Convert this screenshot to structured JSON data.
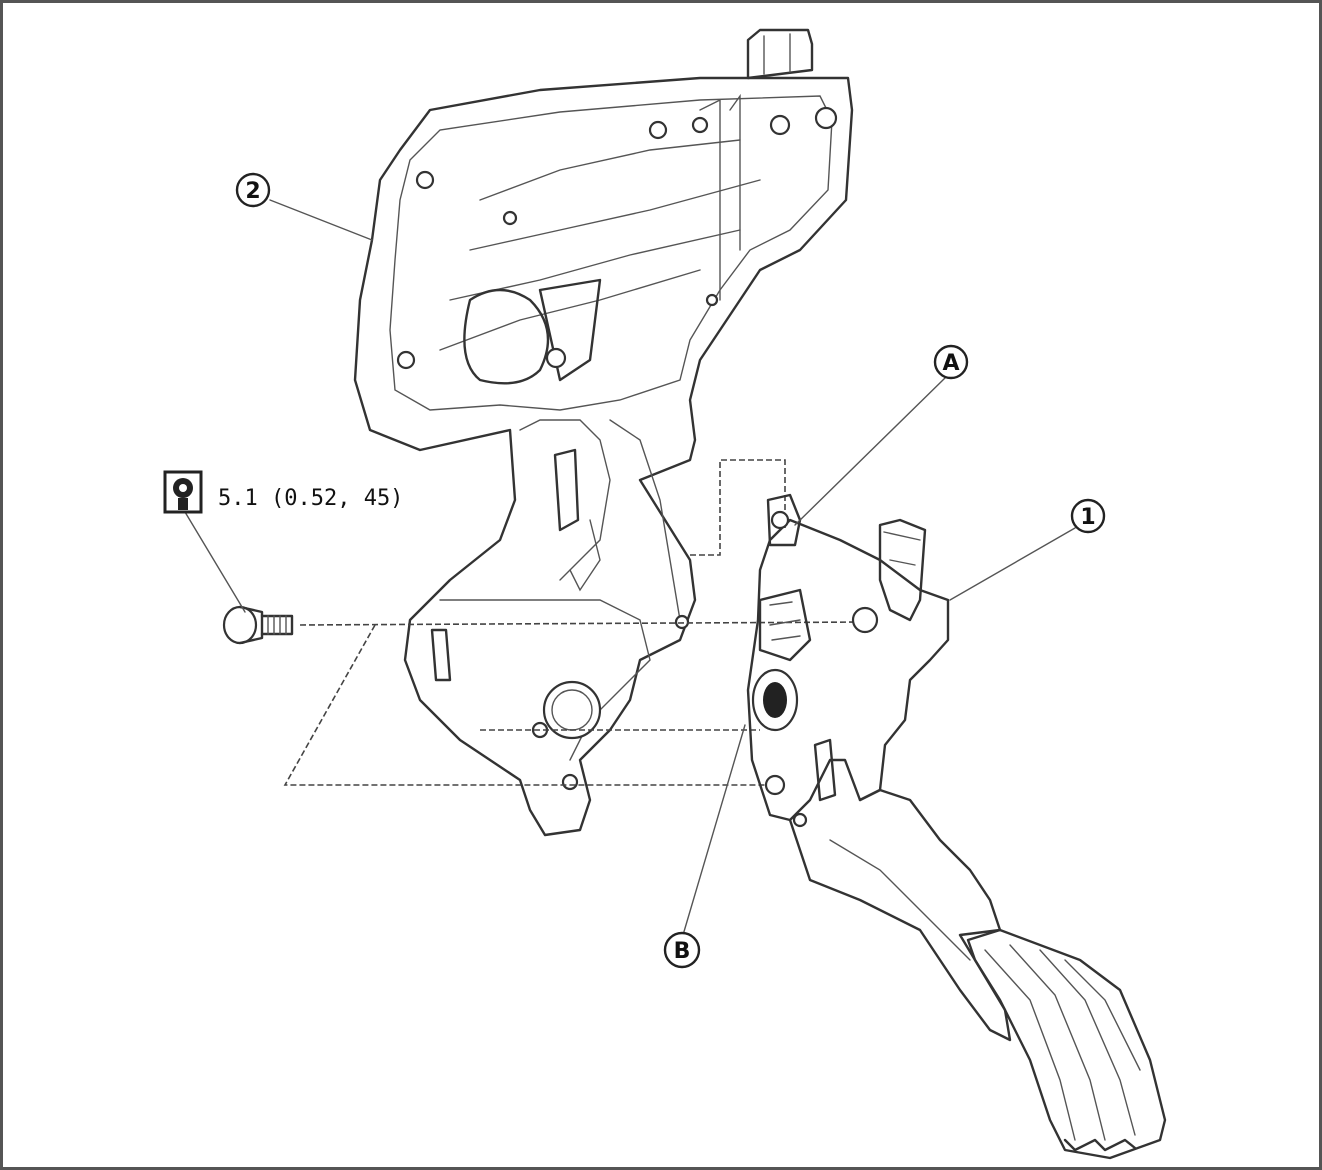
{
  "callouts": {
    "part_1": "1",
    "part_2": "2",
    "point_a": "A",
    "point_b": "B"
  },
  "torque": {
    "value": "5.1 (0.52, 45)",
    "icon": "torque-wrench-icon"
  }
}
